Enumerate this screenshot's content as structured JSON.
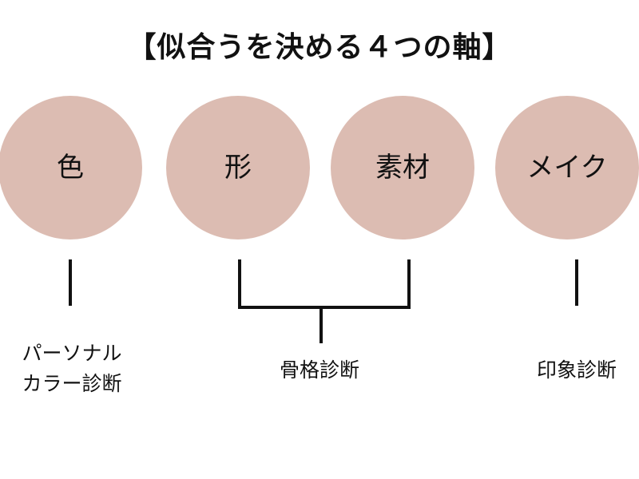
{
  "title": "【似合うを決める４つの軸】",
  "circle_color": "#dcbcb2",
  "line_color": "#111111",
  "axes": [
    {
      "label": "色"
    },
    {
      "label": "形"
    },
    {
      "label": "素材"
    },
    {
      "label": "メイク"
    }
  ],
  "diagnoses": [
    {
      "line1": "パーソナル",
      "line2": "カラー診断"
    },
    {
      "line1": "骨格診断"
    },
    {
      "line1": "印象診断"
    }
  ]
}
